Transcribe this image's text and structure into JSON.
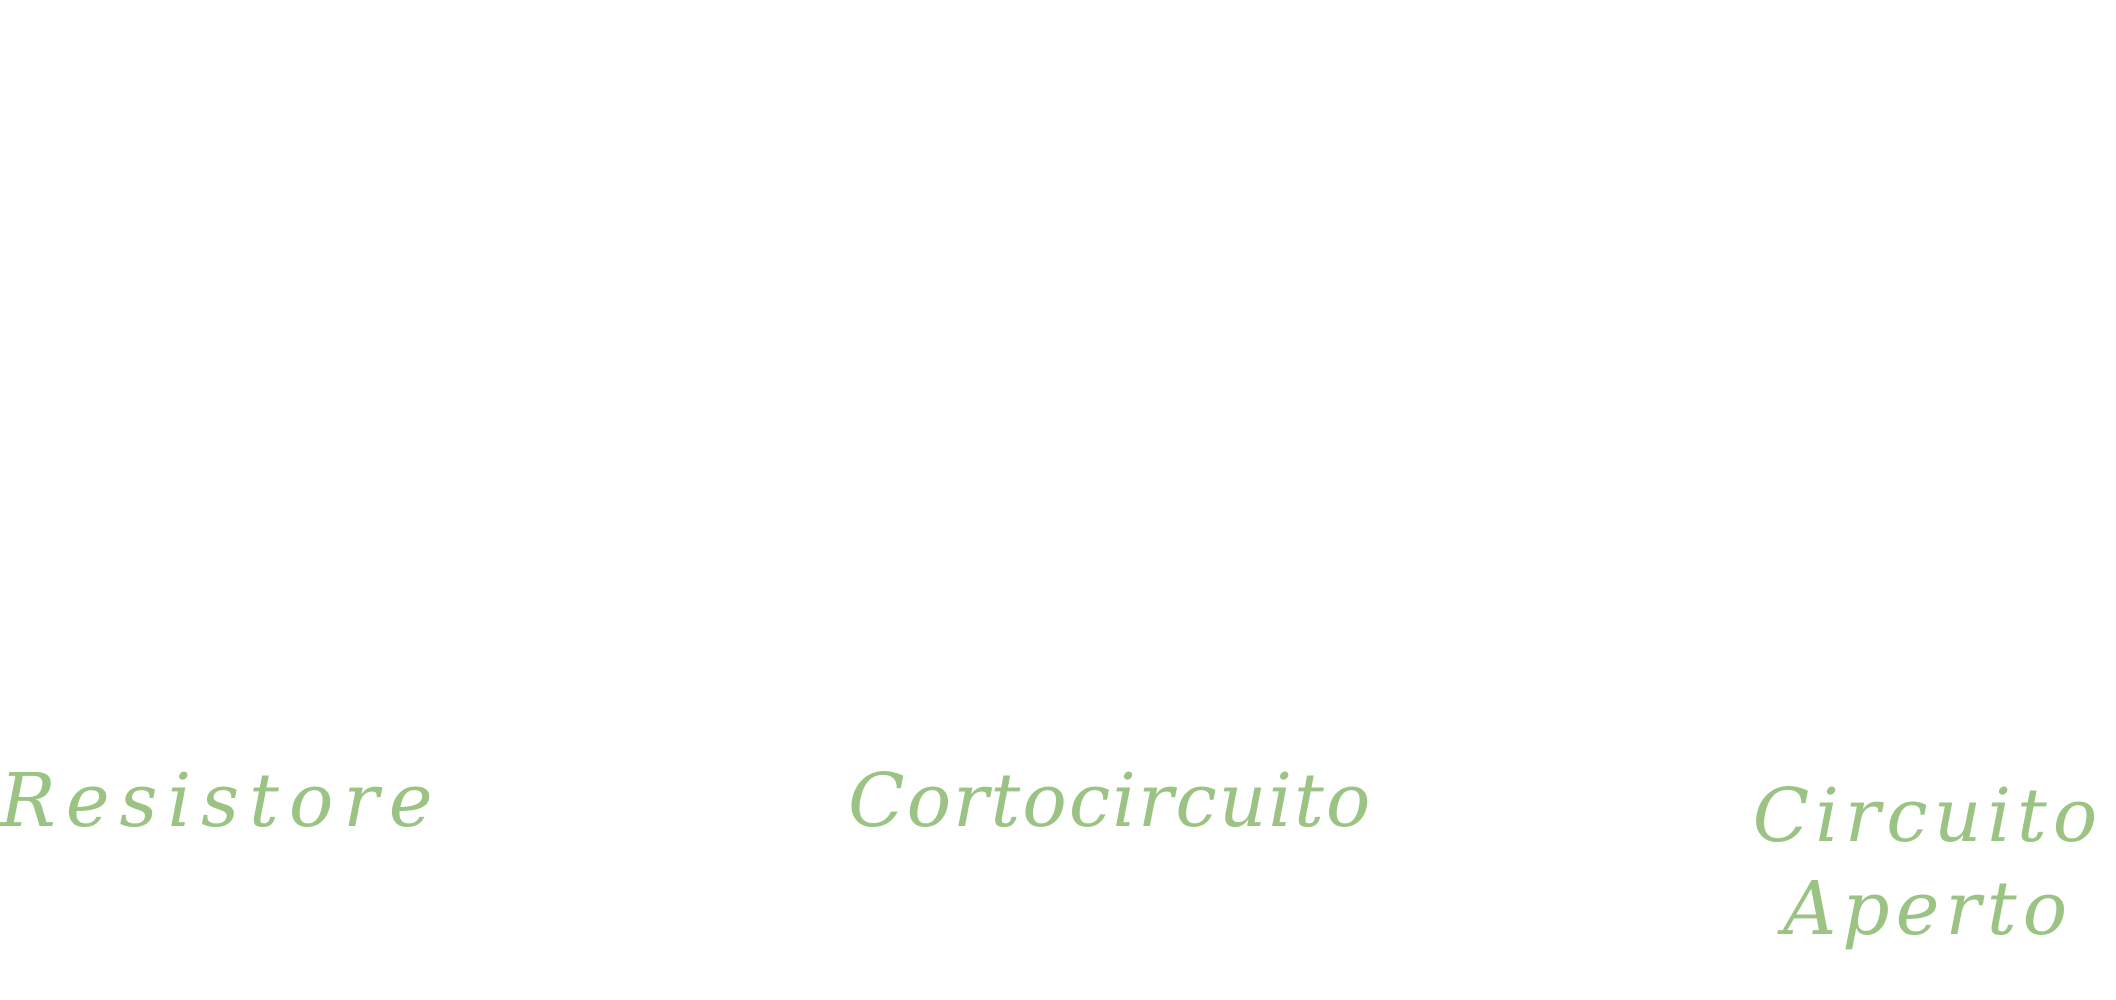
{
  "theme": {
    "background": "#ffffff",
    "label_color": "#9bc383"
  },
  "labels": {
    "resistore": "Resistore",
    "cortocircuito": "Cortocircuito",
    "circuito_aperto_line1": "Circuito",
    "circuito_aperto_line2": "Aperto"
  }
}
